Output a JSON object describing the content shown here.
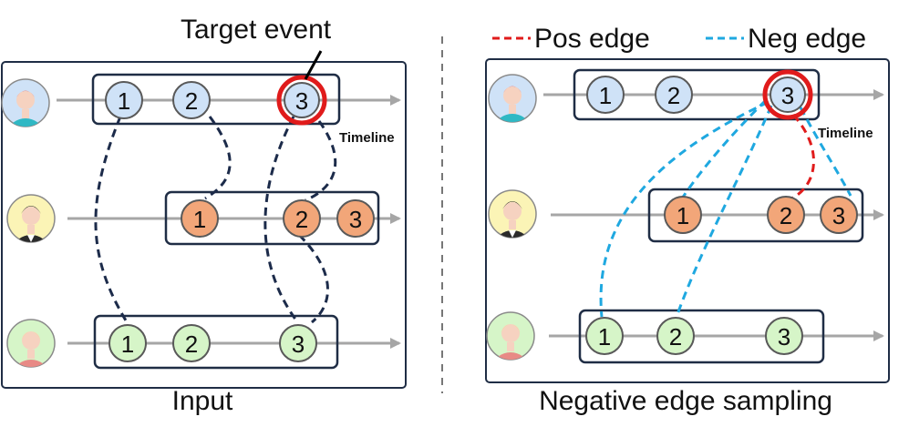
{
  "labels": {
    "target_event": "Target event",
    "timeline": "Timeline",
    "input_caption": "Input",
    "negative_caption": "Negative edge sampling",
    "pos_edge_legend": "Pos edge",
    "neg_edge_legend": "Neg edge"
  },
  "nodes": {
    "n1": "1",
    "n2": "2",
    "n3": "3"
  },
  "colors": {
    "user1_node": "#cfe2f7",
    "user2_node": "#f2a679",
    "user3_node": "#d6f5c8",
    "input_edge": "#1c2b4a",
    "pos_edge": "#e01b1b",
    "neg_edge": "#1fa8e0",
    "target_ring": "#e01b1b",
    "timeline_arrow": "#a6a6a6",
    "frame": "#1f2d45"
  },
  "icons": [
    "user-avatar-icon",
    "user-avatar-icon",
    "user-avatar-icon"
  ]
}
